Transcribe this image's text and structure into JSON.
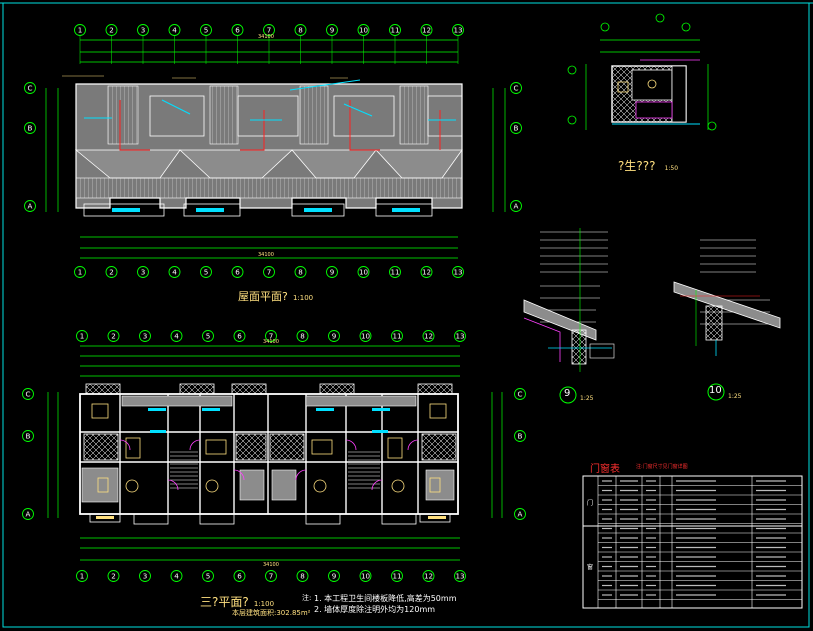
{
  "axis_labels_top": [
    "1",
    "2",
    "3",
    "4",
    "5",
    "6",
    "7",
    "8",
    "9",
    "10",
    "11",
    "12",
    "13"
  ],
  "axis_labels_side": [
    "A",
    "B",
    "C"
  ],
  "roof_plan": {
    "overall_dim": "34100",
    "title": "屋面平面?",
    "scale": "1:100"
  },
  "toilet_detail": {
    "title": "?生???",
    "scale": "1:50"
  },
  "floor_plan": {
    "overall_dim": "34100",
    "title": "三?平面?",
    "scale": "1:100",
    "area_note": "本层建筑面积:302.85m²",
    "notes_label": "注:",
    "note_1": "1. 本工程卫生间楼板降低,高差为50mm",
    "note_2": "2. 墙体厚度除注明外均为120mm"
  },
  "details": {
    "detail_9": {
      "id": "9",
      "scale": "1:25"
    },
    "detail_10": {
      "id": "10",
      "scale": "1:25"
    }
  },
  "door_window_table": {
    "title": "门窗表",
    "subtitle": "注:门窗尺寸见门窗详图",
    "group_door": "门",
    "group_window": "窗"
  },
  "colors": {
    "background": "#000000",
    "wall": "#ffffff",
    "dimension": "#00ff00",
    "axis": "#00ff00",
    "text": "#ffe080",
    "roof_fill": "#8c8c8c",
    "magenta": "#ff40ff",
    "cyan": "#00e0ff",
    "red": "#ff2020",
    "border": "#00e0e0"
  }
}
